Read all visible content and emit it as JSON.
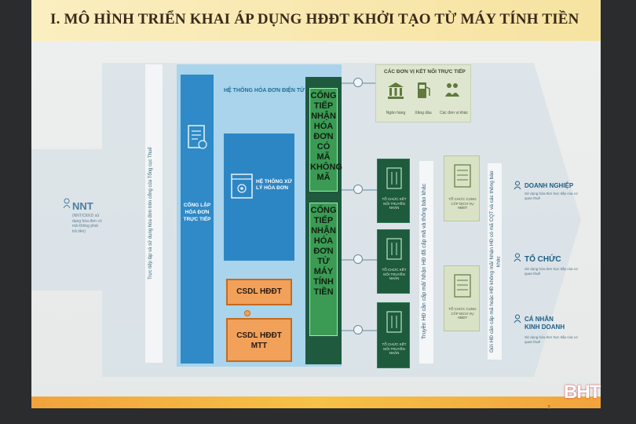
{
  "title": "I. MÔ HÌNH TRIỂN KHAI ÁP DỤNG HĐĐT KHỞI TẠO TỪ MÁY TÍNH TIỀN",
  "nnt": {
    "title": "NNT",
    "desc": "(NNT/CKKD sử dụng hóa đơn có mã không phải trả tiền)"
  },
  "column_text": "Trực tiếp lập và sử dụng hóa đơn trên cổng của Tổng cục Thuế",
  "system": {
    "title": "HỆ THỐNG HÓA ĐƠN ĐIỆN TỬ",
    "gateway_label": "CỔNG LẬP HÓA ĐƠN TRỰC TIẾP",
    "processing_label": "HỆ THỐNG XỬ LÝ HÓA ĐƠN",
    "db1": "CSDL HĐĐT",
    "db2": "CSDL HĐĐT MTT"
  },
  "ports": {
    "top": "CỔNG TIẾP NHẬN HÓA ĐƠN CÓ MÃ KHÔNG MÃ",
    "bottom": "CỔNG TIẾP NHẬN HÓA ĐƠN TỪ MÁY TÍNH TIỀN"
  },
  "direct_units": {
    "title": "CÁC ĐƠN VỊ KẾT NỐI TRỰC TIẾP",
    "items": [
      "Ngân hàng",
      "Xăng dầu",
      "Các đơn vị khác"
    ]
  },
  "tc_box_label": "TỔ CHỨC KẾT NỐI TRUYỀN NHẬN",
  "tc2_box_label": "TỔ CHỨC CUNG CẤP DỊCH VỤ HĐĐT",
  "vbar1_text": "Truyền HĐ cần cấp mã/ Nhận HĐ đã cấp mã và thông báo khác",
  "vbar2_text": "Gửi HĐ cần cấp mã hoặc HĐ không mã/ Nhận HĐ có mã CQT và các thông báo khác",
  "receivers": [
    {
      "title": "DOANH NGHIỆP",
      "desc": "Sử dụng hóa đơn trực tiếp của cơ quan thuế"
    },
    {
      "title": "TỔ CHỨC",
      "desc": "Sử dụng hóa đơn trực tiếp của cơ quan thuế"
    },
    {
      "title": "CÁ NHÂN KINH DOANH",
      "desc": "Sử dụng hóa đơn trực tiếp của cơ quan thuế"
    }
  ],
  "page_number": "2",
  "watermark": "BHT",
  "colors": {
    "title_bar": "#f6e3a0",
    "gateway": "#2f8ac7",
    "port": "#3b9b55",
    "db": "#f2a15a",
    "bottom_bar": "#f6c247"
  }
}
